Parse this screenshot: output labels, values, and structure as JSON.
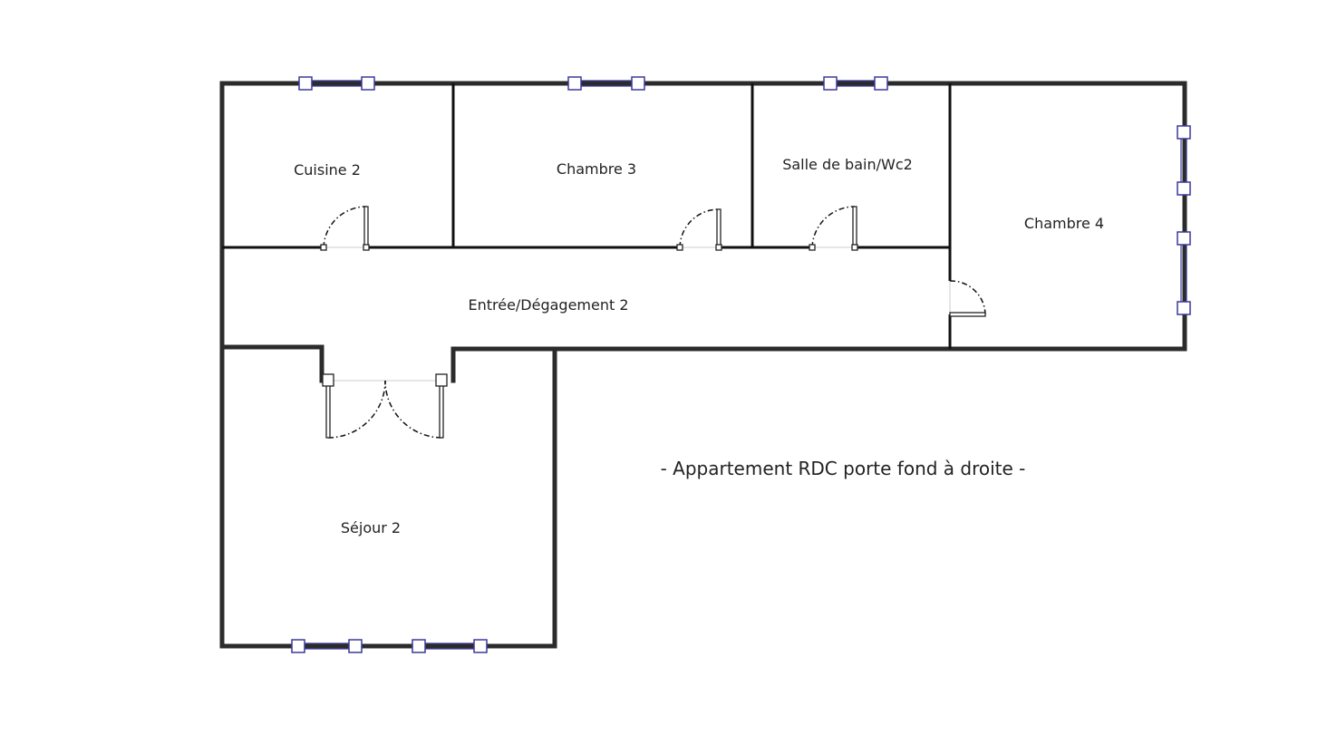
{
  "rooms": {
    "cuisine": "Cuisine 2",
    "chambre3": "Chambre 3",
    "sdb": "Salle de bain/Wc2",
    "chambre4": "Chambre 4",
    "entree": "Entrée/Dégagement 2",
    "sejour": "Séjour 2"
  },
  "note": "- Appartement RDC porte fond à droite -",
  "colors": {
    "walls": "#2b2b2b",
    "windows": "#3a3a9a"
  }
}
